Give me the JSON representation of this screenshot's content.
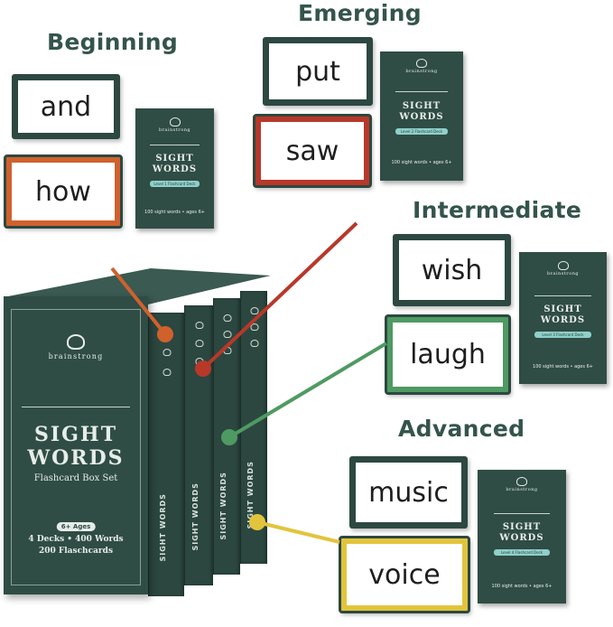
{
  "levels": {
    "beginning": {
      "title": "Beginning",
      "words": [
        "and",
        "how"
      ],
      "deck": {
        "brand": "brainstrong",
        "title_line1": "SIGHT",
        "title_line2": "WORDS",
        "pill": "Level 1 Flashcard Deck",
        "foot": "100 sight words • ages 6+"
      }
    },
    "emerging": {
      "title": "Emerging",
      "words": [
        "put",
        "saw"
      ],
      "deck": {
        "brand": "brainstrong",
        "title_line1": "SIGHT",
        "title_line2": "WORDS",
        "pill": "Level 2 Flashcard Deck",
        "foot": "100 sight words • ages 6+"
      }
    },
    "intermediate": {
      "title": "Intermediate",
      "words": [
        "wish",
        "laugh"
      ],
      "deck": {
        "brand": "brainstrong",
        "title_line1": "SIGHT",
        "title_line2": "WORDS",
        "pill": "Level 3 Flashcard Deck",
        "foot": "100 sight words • ages 6+"
      }
    },
    "advanced": {
      "title": "Advanced",
      "words": [
        "music",
        "voice"
      ],
      "deck": {
        "brand": "brainstrong",
        "title_line1": "SIGHT",
        "title_line2": "WORDS",
        "pill": "Level 4 Flashcard Deck",
        "foot": "100 sight words • ages 6+"
      }
    }
  },
  "box_set": {
    "brand": "brainstrong",
    "title_line1": "SIGHT",
    "title_line2": "WORDS",
    "subtitle": "Flashcard Box Set",
    "ages": "6+ Ages",
    "line1": "4 Decks • 400 Words",
    "line2": "200 Flaschcards",
    "spine_label": "SIGHT WORDS"
  },
  "colors": {
    "heading": "#34544c",
    "box": "#2f4c45",
    "beginning": "#d0612d",
    "emerging": "#b8382a",
    "intermediate": "#4f9a62",
    "advanced": "#e2c43c"
  }
}
